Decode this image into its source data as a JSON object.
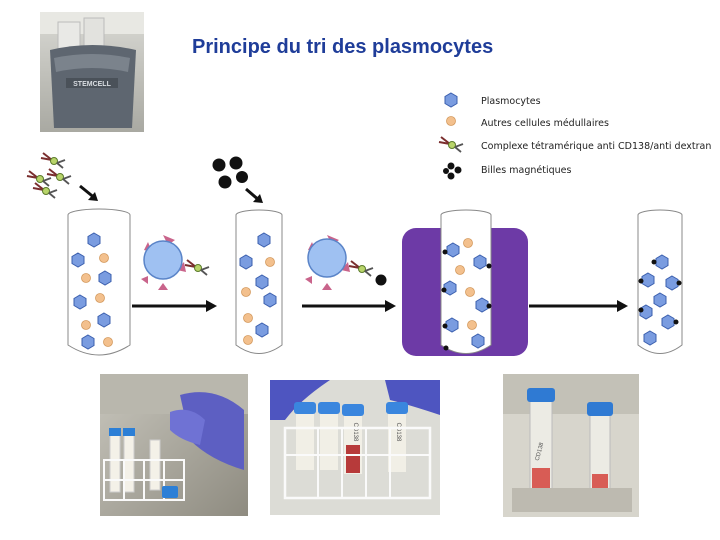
{
  "title": "Principe du tri des plasmocytes",
  "legend": {
    "plasmocytes": "Plasmocytes",
    "autres": "Autres cellules médullaires",
    "complexe": "Complexe tétramérique anti CD138/anti dextran",
    "billes": "Billes magnétiques"
  },
  "photos": {
    "device_logo": "STEMCELL",
    "tube_labels": [
      "CD138",
      "CD138",
      "CD138"
    ]
  },
  "colors": {
    "title": "#1f3d99",
    "plasmocyte": "#6a8fd6",
    "autre_cellule": "#f3c08d",
    "magnet": "#6b3aa0",
    "bead": "#111111"
  }
}
